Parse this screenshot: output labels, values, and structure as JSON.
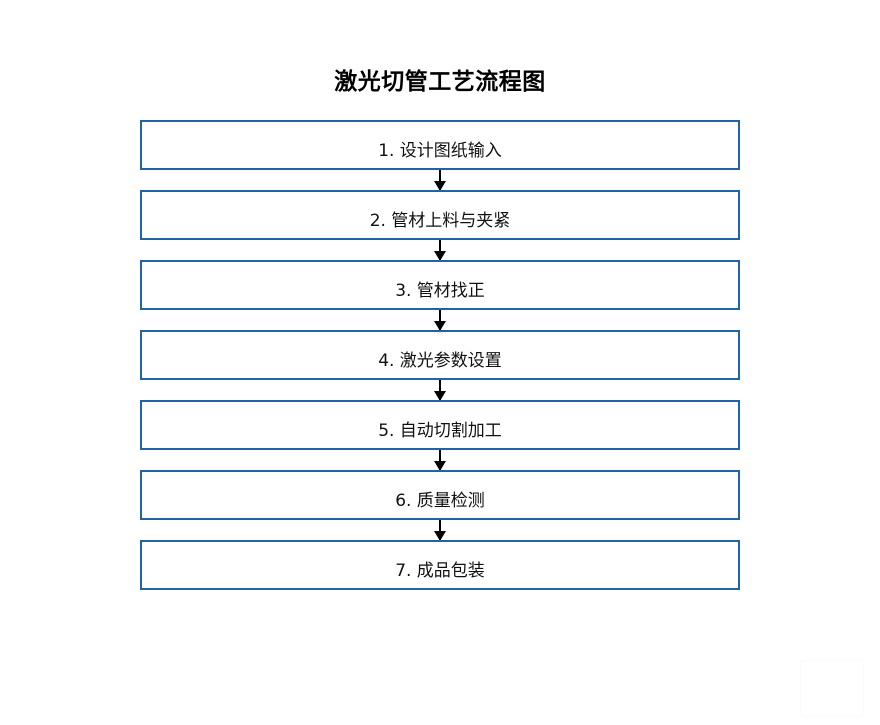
{
  "diagram": {
    "title": "激光切管工艺流程图",
    "border_color": "#1f63a8",
    "arrow_color": "#000000",
    "steps": [
      {
        "label": "1. 设计图纸输入"
      },
      {
        "label": "2. 管材上料与夹紧"
      },
      {
        "label": "3. 管材找正"
      },
      {
        "label": "4. 激光参数设置"
      },
      {
        "label": "5. 自动切割加工"
      },
      {
        "label": "6. 质量检测"
      },
      {
        "label": "7. 成品包装"
      }
    ]
  }
}
